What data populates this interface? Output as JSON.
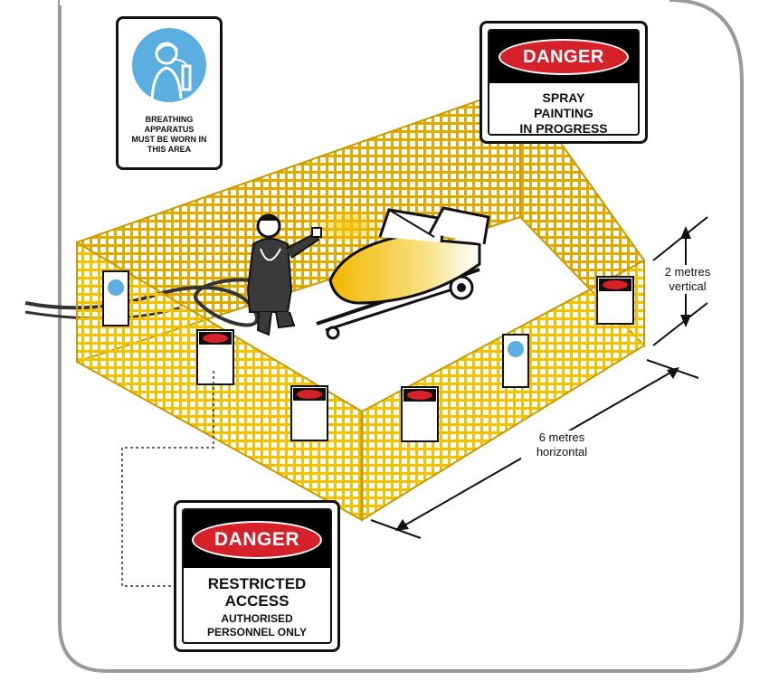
{
  "signs": {
    "breathing": {
      "text_lines": [
        "BREATHING",
        "APPARATUS",
        "MUST BE WORN IN",
        "THIS AREA"
      ],
      "icon": "respirator-person-icon",
      "color": "#5aaee0"
    },
    "spray": {
      "header": "DANGER",
      "text_lines": [
        "SPRAY",
        "PAINTING",
        "IN PROGRESS"
      ]
    },
    "restricted": {
      "header": "DANGER",
      "title_lines": [
        "RESTRICTED",
        "ACCESS"
      ],
      "sub_lines": [
        "AUTHORISED",
        "PERSONNEL ONLY"
      ]
    }
  },
  "dimensions": {
    "height_label": [
      "2 metres",
      "vertical"
    ],
    "width_label": [
      "6 metres",
      "horizontal"
    ]
  },
  "colors": {
    "fence": "#f2c200",
    "fence_dark": "#c99a00",
    "danger_red": "#d6202a",
    "border_gray": "#9a9a9a"
  },
  "scene": {
    "worker": "spray-painter-icon",
    "boat": "boat-on-trailer-icon"
  }
}
